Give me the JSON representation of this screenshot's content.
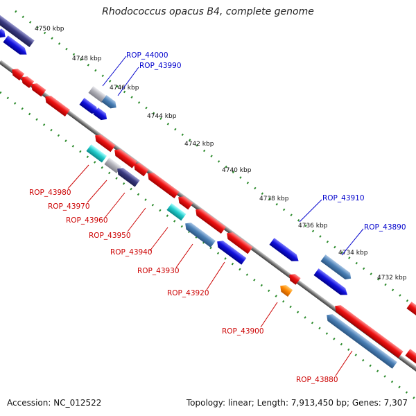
{
  "title": "Rhodococcus opacus B4, complete genome",
  "footer": {
    "accession": "Accession: NC_012522",
    "summary": "Topology: linear; Length: 7,913,450 bp; Genes: 7,307"
  },
  "ticks": [
    "4750 kbp",
    "4748 kbp",
    "4746 kbp",
    "4744 kbp",
    "4742 kbp",
    "4740 kbp",
    "4738 kbp",
    "4736 kbp",
    "4734 kbp",
    "4732 kbp"
  ],
  "forward_labels": [
    "ROP_44000",
    "ROP_43990",
    "ROP_43910",
    "ROP_43890"
  ],
  "reverse_labels": [
    "ROP_43980",
    "ROP_43970",
    "ROP_43960",
    "ROP_43950",
    "ROP_43940",
    "ROP_43930",
    "ROP_43920",
    "ROP_43900",
    "ROP_43880"
  ],
  "colors": {
    "backbone": "#808080",
    "tick_dots": "#2a8a2a",
    "red_gene": "#ee1111",
    "blue_gene": "#1111dd",
    "steel_gene": "#4a7fb5",
    "navy_gene": "#3a3a80",
    "cyan_gene": "#22cccc",
    "gray_gene": "#b0b0b8",
    "orange_gene": "#ff8800",
    "forward_label": "#0000cc",
    "reverse_label": "#cc0000"
  }
}
